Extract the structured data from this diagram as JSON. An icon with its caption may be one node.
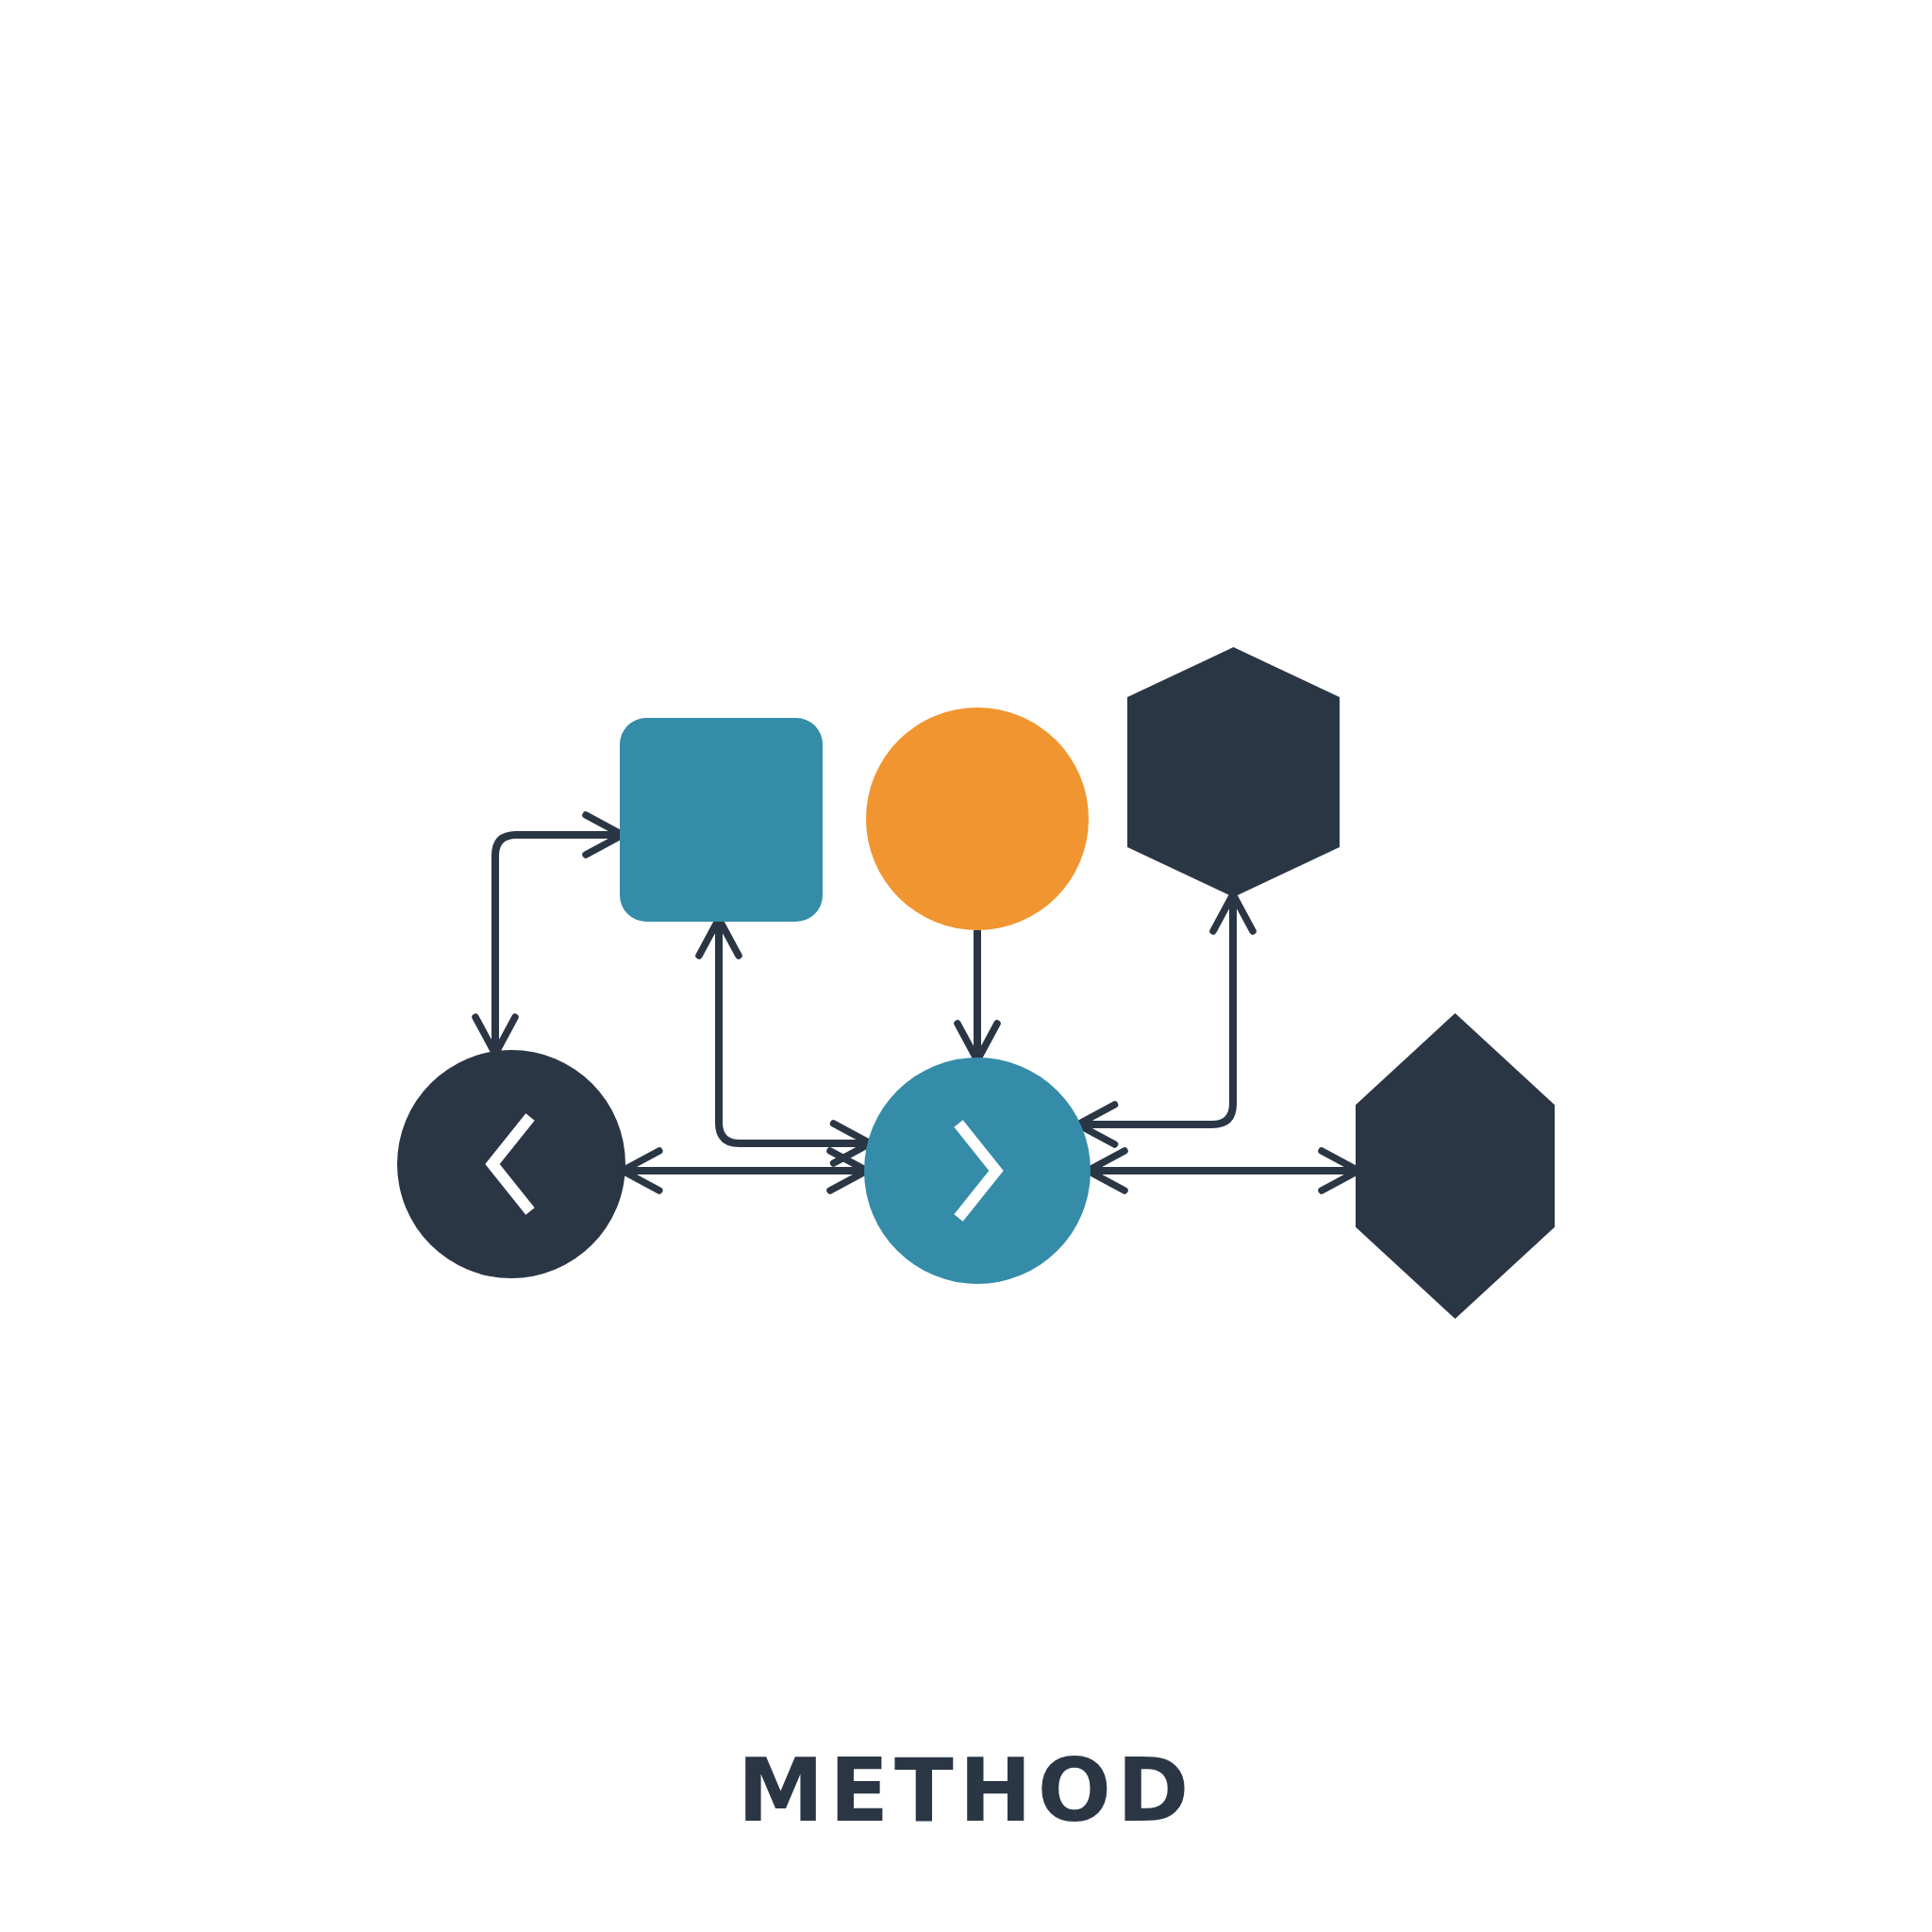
{
  "diagram": {
    "title": "METHOD",
    "nodes": [
      {
        "text": [],
        "shape": "box"
      },
      {
        "text": [],
        "shape": "circle"
      },
      {
        "text": [],
        "shape": "hexagon"
      },
      {
        "text": [],
        "shape": "circle"
      },
      {
        "text": [],
        "shape": "circle"
      },
      {
        "text": [],
        "shape": "hexagon"
      }
    ],
    "edges": [
      {
        "from": 0,
        "to": 3,
        "arrow": "both"
      },
      {
        "from": 0,
        "to": 4,
        "arrow": "both"
      },
      {
        "from": 3,
        "to": 4,
        "arrow": "both"
      },
      {
        "from": 1,
        "to": 4,
        "arrow": "to"
      },
      {
        "from": 2,
        "to": 4,
        "arrow": "both"
      },
      {
        "from": 4,
        "to": 5,
        "arrow": "both"
      }
    ]
  }
}
